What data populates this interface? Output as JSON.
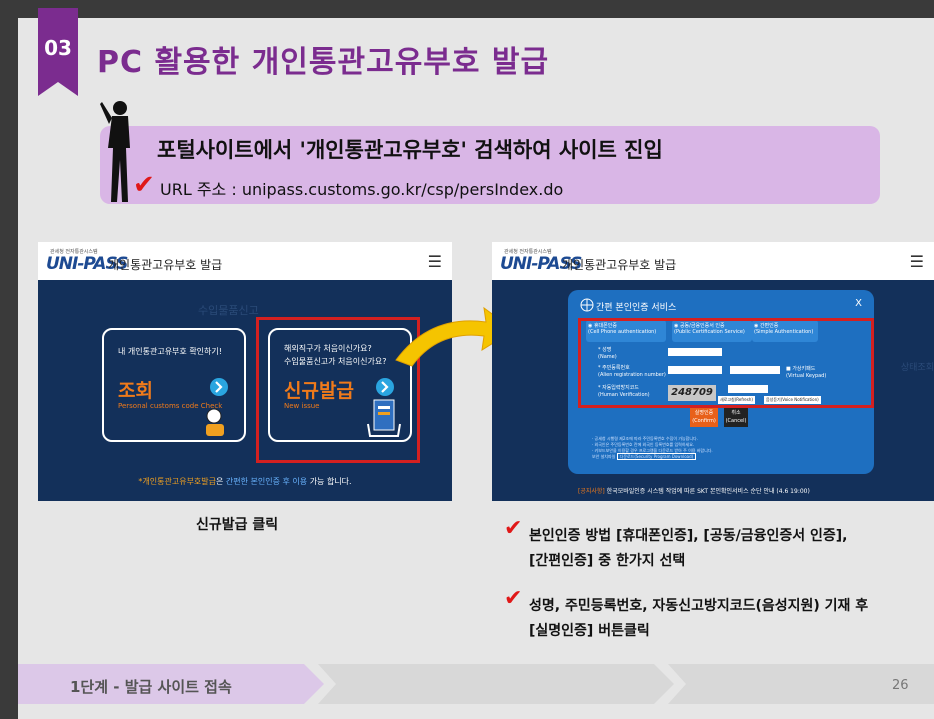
{
  "slide": {
    "number": "03",
    "title": "PC 활용한  개인통관고유부호  발급",
    "banner_main": "포털사이트에서 '개인통관고유부호' 검색하여 사이트 진입",
    "banner_url": "URL 주소 : unipass.customs.go.kr/csp/persIndex.do",
    "check_mark": "✔"
  },
  "left_shot": {
    "site_small": "관세청 전자통관시스템",
    "logo": "UNI-PASS",
    "header_title": "개인통관고유부호  발급",
    "menu": "☰",
    "card1_question": "내 개인통관고유부호 확인하기!",
    "card1_title": "조회",
    "card1_sub": "Personal customs code Check",
    "card2_q1": "해외직구가 처음이신가요?",
    "card2_q2": "수입물품신고가 처음이신가요?",
    "card2_title": "신규발급",
    "card2_sub": "New issue",
    "bg_text": "수입물품신고",
    "notice_a": "*개인통관고유부호발급",
    "notice_b": "은 ",
    "notice_c": "간편한 본인인증 후 이용",
    "notice_d": " 가능 합니다."
  },
  "right_shot": {
    "site_small": "관세청 전자통관시스템",
    "logo": "UNI-PASS",
    "header_title": "개인통관고유부호  발급",
    "menu": "☰",
    "modal_title": "간편 본인인증 서비스",
    "close": "X",
    "option1": "휴대폰인증",
    "option1_en": "(Cell Phone authentication)",
    "option2": "공동/금융인증서 인증",
    "option2_en": "(Public Certification Service)",
    "option3": "간편인증",
    "option3_en": "(Simple Authentication)",
    "name_label": "* 성명",
    "name_en": "(Name)",
    "id_label": "* 주민등록번호",
    "id_en": "(Alien registration number)",
    "virtual_kb": "가상키패드",
    "virtual_kb_en": "(Virtual Keypad)",
    "captcha_label": "* 자동입력방지코드",
    "captcha_en": "(Human Verification)",
    "captcha_code": "248709",
    "refresh_btn": "새로고침(Refresh)",
    "voice_btn": "음성듣기(Voice Notification)",
    "confirm_btn": "실명인증",
    "confirm_en": "(Confirm)",
    "cancel_btn": "취소",
    "cancel_en": "(Cancel)",
    "note1": "· 공세청 시행령 제2조에 따라 주민등록번호 수집이 가능합니다.",
    "note2": "· 외국인은 주민등록번호 란에 외국인 등록번호를 입력하세요.",
    "note3": "· 키보드보안을 이용할 경우 프로그램을 다운로드 받아 주 이용 바랍니다.",
    "note4_label": "보안 설치파일",
    "download_btn": "다운로드(Security Program Download)",
    "bottom_a": "[공지사항]",
    "bottom_b": " 한국모바일인증 시스템 작업에 따른 SKT 본인확인서비스 순단 안내 (4.6 19:00)",
    "side_text": "상태조회"
  },
  "captions": {
    "left": "신규발급  클릭",
    "right_1a": "본인인증 방법 [휴대폰인증], [공동/금융인증서 인증],",
    "right_1b": "[간편인증] 중 한가지 선택",
    "right_2a": "성명, 주민등록번호, 자동신고방지코드(음성지원) 기재 후",
    "right_2b": "[실명인증] 버튼클릭"
  },
  "footer": {
    "step": "1단계 - 발급 사이트 접속",
    "page": "26"
  },
  "colors": {
    "accent": "#7b2c8f",
    "banner": "#d9b6e6",
    "navy": "#13305a",
    "highlight": "#d42020",
    "orange": "#f07a1a"
  }
}
